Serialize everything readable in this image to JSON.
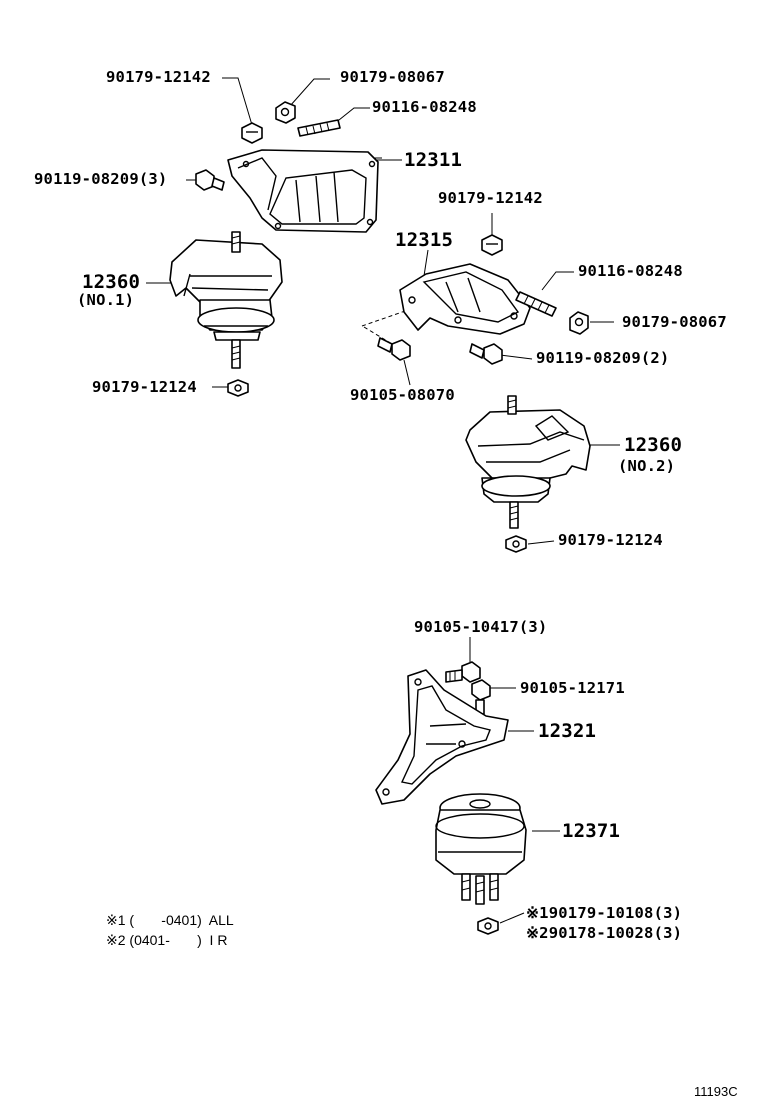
{
  "labels": {
    "p90179_12142_a": "90179-12142",
    "p90179_08067_a": "90179-08067",
    "p90116_08248_a": "90116-08248",
    "p12311": "12311",
    "p90119_08209_a": "90119-08209(3)",
    "p90179_12142_b": "90179-12142",
    "p12315": "12315",
    "p90116_08248_b": "90116-08248",
    "p12360_a": "12360",
    "no1": "(NO.1)",
    "p90179_08067_b": "90179-08067",
    "p90119_08209_b": "90119-08209(2)",
    "p90179_12124_a": "90179-12124",
    "p90105_08070": "90105-08070",
    "p12360_b": "12360",
    "no2": "(NO.2)",
    "p90179_12124_b": "90179-12124",
    "p90105_10417": "90105-10417(3)",
    "p90105_12171": "90105-12171",
    "p12321": "12321",
    "p12371": "12371",
    "p90179_10108": "※190179-10108(3)",
    "p90178_10028": "※290178-10028(3)"
  },
  "notes": {
    "line1": "※1 (       -0401)  ALL",
    "line2": "※2 (0401-       )  I R"
  },
  "ref_code": "11193C"
}
